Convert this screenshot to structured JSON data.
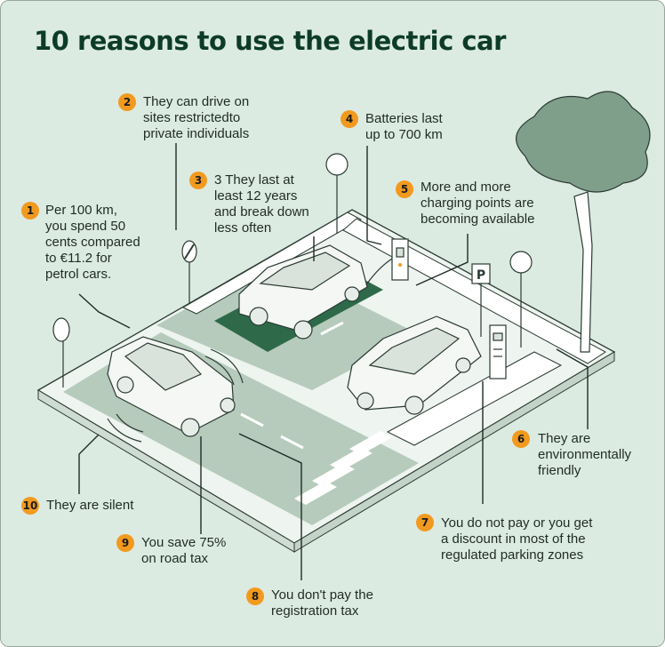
{
  "title": "10 reasons to use the electric car",
  "colors": {
    "background": "#dcebe1",
    "badge": "#f29a1f",
    "title": "#0d3b2a",
    "road": "#b6cbbb",
    "parking_space": "#2e6a4a",
    "tree": "#7f9f8a"
  },
  "reasons": [
    {
      "number": "1",
      "text": "Per 100 km,\nyou spend 50\ncents compared\nto €11.2 for\npetrol cars."
    },
    {
      "number": "2",
      "text": "They can drive on\nsites restrictedto\nprivate individuals"
    },
    {
      "number": "3",
      "text": "3 They last at\nleast 12 years\nand break down\nless often"
    },
    {
      "number": "4",
      "text": "Batteries last\nup to 700 km"
    },
    {
      "number": "5",
      "text": "More and more\ncharging points are\nbecoming available"
    },
    {
      "number": "6",
      "text": "They are\nenvironmentally\nfriendly"
    },
    {
      "number": "7",
      "text": "You do not pay or you get\na discount in most of the\nregulated parking zones"
    },
    {
      "number": "8",
      "text": "You don't pay the\nregistration tax"
    },
    {
      "number": "9",
      "text": "You save 75%\non road tax"
    },
    {
      "number": "10",
      "text": "They are silent"
    }
  ],
  "icons": {
    "parking_sign": "P"
  }
}
